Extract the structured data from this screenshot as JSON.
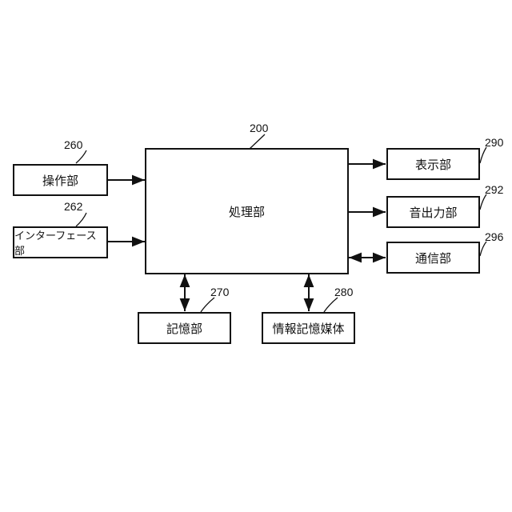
{
  "blocks": {
    "processing": {
      "label": "処理部",
      "ref": "200"
    },
    "operation": {
      "label": "操作部",
      "ref": "260"
    },
    "interface": {
      "label": "インターフェース部",
      "ref": "262"
    },
    "storage": {
      "label": "記憶部",
      "ref": "270"
    },
    "info_medium": {
      "label": "情報記憶媒体",
      "ref": "280"
    },
    "display": {
      "label": "表示部",
      "ref": "290"
    },
    "sound_output": {
      "label": "音出力部",
      "ref": "292"
    },
    "communication": {
      "label": "通信部",
      "ref": "296"
    }
  },
  "connections": [
    {
      "from": "operation",
      "to": "processing",
      "direction": "one-way"
    },
    {
      "from": "interface",
      "to": "processing",
      "direction": "one-way"
    },
    {
      "from": "processing",
      "to": "display",
      "direction": "one-way"
    },
    {
      "from": "processing",
      "to": "sound_output",
      "direction": "one-way"
    },
    {
      "from": "processing",
      "to": "communication",
      "direction": "two-way"
    },
    {
      "from": "processing",
      "to": "storage",
      "direction": "two-way"
    },
    {
      "from": "processing",
      "to": "info_medium",
      "direction": "two-way"
    }
  ]
}
